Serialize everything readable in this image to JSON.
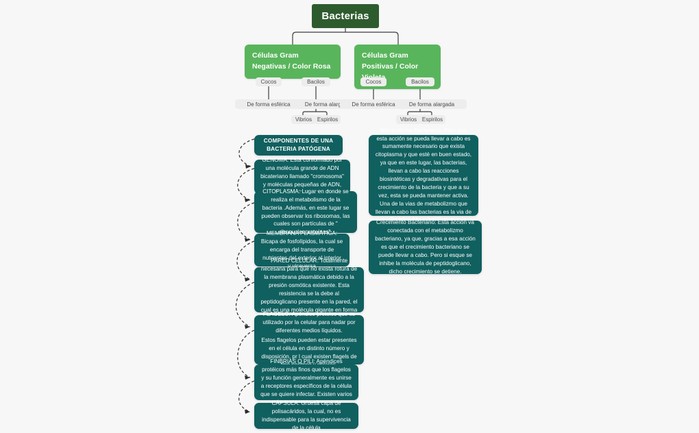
{
  "colors": {
    "background": "#f7f7f7",
    "root_node": "#2e5b2e",
    "branch_node": "#59b55c",
    "chip_node": "#ededed",
    "info_card": "#10605f",
    "connector": "#3d3d3d"
  },
  "tree": {
    "root": {
      "label": "Bacterias"
    },
    "branches": [
      {
        "label": "Células Gram Negativas / Color Rosa"
      },
      {
        "label": "Células Gram Positivas / Color Violeta"
      }
    ],
    "chips": {
      "left": {
        "cocos": "Cocos",
        "bacilos": "Bacilos",
        "cocos_desc": "De forma esférica",
        "bacilos_desc": "De forma alargada",
        "vibrios": "Vibrios",
        "espirilos": "Espirilos"
      },
      "right": {
        "cocos": "Cocos",
        "bacilos": "Bacilos",
        "cocos_desc": "De forma esférica",
        "bacilos_desc": "De forma alargada",
        "vibrios": "Vibrios",
        "espirilos": "Espirilos"
      }
    }
  },
  "left_column": {
    "header": "COMPONENTES DE UNA BACTERIA PATÓGENA",
    "cards": [
      {
        "text": "GENOMA: Está conformado por una molécula grande de ADN bicateriano llamado \"cromosoma\" y moléculas pequeñas de ADN, llamadas \"plásmidos\""
      },
      {
        "text": "CITOPLASMA: Lugar en donde se realiza el metabolismo de la bacteria .Además, en este lugar se pueden observar los ribosomas, las cuales son partículas de \" ribonucleoproteínas\"."
      },
      {
        "text": "MEMBRANA PLASMÁTICA: Bicapa de fosfolípidos, la cual se encarga del transporte de nutrientes del exterior al interior y viceversa"
      },
      {
        "text": "PARED CELULAR: Totalmente necesaria para que no exista rotura de la membrana plasmática debido a la presión osmótica existente. Esta resistencia se la debe al peptidoglicano presente en la pared, el cual es una molécula gigante en forma de red."
      },
      {
        "text": "FLAGELO: Apéndice proteico que es utilizado por la celular para nadar por diferentes medios líquidos.",
        "text2": "Estos flagelos pueden estar presentes en el célula en distinto número y disposición, pr l cual existen flagels de tipo peritrico y polares."
      },
      {
        "text": "FINBRIAS O PILI: Apéndices protéicos más finos que los flagelos y su función generalmente es unirse a receptores específicos de la célula que se quiere infectar. Existen varios tipos de pili."
      },
      {
        "text": "CÁPSULA: Gruesa capa de polisacáridos, la cual, no es indispensable para la supervivencia de la célula"
      }
    ]
  },
  "right_column": {
    "cards": [
      {
        "text": "Metabolismo Bacteriano: Para que esta acción se pueda llevar a cabo es sumamente necesario que exista citoplasma y que esté en buen estado, ya que en este lugar, las bacterias, llevan a cabo las reacciones biosintéticas y degradativas para el crecimiento de la bacteria y que a su vez, esta se pueda mantener activa. Una de la vias de metabolizmo que llevan a cabo las bacterias es la via de Embden Meyerhof Parnas."
      },
      {
        "text": "Crecimiento Bacteriano: Esta acción va conectada con el metabolizmo bacteriano, ya que, gracias a esa acción es que el crecimiento bacteriano se puede llevar a cabo. Pero si esque se inhibe la molécula de peptidoglicano, dicho crecimiento se detiene."
      }
    ]
  }
}
